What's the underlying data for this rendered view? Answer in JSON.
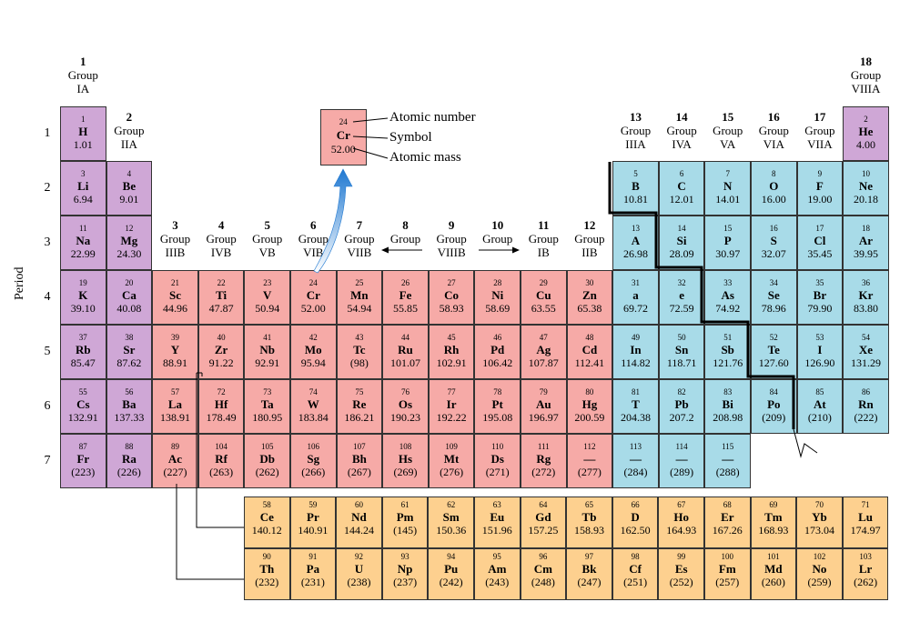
{
  "colors": {
    "s_block": "#cfa7d6",
    "transition": "#f6aaa7",
    "p_block": "#a8dbe8",
    "f_block": "#fdd08f",
    "border": "#333333",
    "arrow": "#2a7fd4"
  },
  "key": {
    "number": "24",
    "symbol": "Cr",
    "mass": "52.00",
    "label_number": "Atomic number",
    "label_symbol": "Symbol",
    "label_mass": "Atomic mass"
  },
  "axis": {
    "period_title": "Period",
    "periods": [
      "1",
      "2",
      "3",
      "4",
      "5",
      "6",
      "7"
    ]
  },
  "groups": [
    {
      "n": "1",
      "l1": "Group",
      "l2": "IA"
    },
    {
      "n": "2",
      "l1": "Group",
      "l2": "IIA"
    },
    {
      "n": "3",
      "l1": "Group",
      "l2": "IIIB"
    },
    {
      "n": "4",
      "l1": "Group",
      "l2": "IVB"
    },
    {
      "n": "5",
      "l1": "Group",
      "l2": "VB"
    },
    {
      "n": "6",
      "l1": "Group",
      "l2": "VIB"
    },
    {
      "n": "7",
      "l1": "Group",
      "l2": "VIIB"
    },
    {
      "n": "8",
      "l1": "Group",
      "l2": ""
    },
    {
      "n": "9",
      "l1": "Group",
      "l2": "VIIIB"
    },
    {
      "n": "10",
      "l1": "Group",
      "l2": ""
    },
    {
      "n": "11",
      "l1": "Group",
      "l2": "IB"
    },
    {
      "n": "12",
      "l1": "Group",
      "l2": "IIB"
    },
    {
      "n": "13",
      "l1": "Group",
      "l2": "IIIA"
    },
    {
      "n": "14",
      "l1": "Group",
      "l2": "IVA"
    },
    {
      "n": "15",
      "l1": "Group",
      "l2": "VA"
    },
    {
      "n": "16",
      "l1": "Group",
      "l2": "VIA"
    },
    {
      "n": "17",
      "l1": "Group",
      "l2": "VIIA"
    },
    {
      "n": "18",
      "l1": "Group",
      "l2": "VIIIA"
    }
  ],
  "elements": [
    {
      "n": "1",
      "s": "H",
      "m": "1.01",
      "g": 1,
      "p": 1,
      "b": "s"
    },
    {
      "n": "2",
      "s": "He",
      "m": "4.00",
      "g": 18,
      "p": 1,
      "b": "s"
    },
    {
      "n": "3",
      "s": "Li",
      "m": "6.94",
      "g": 1,
      "p": 2,
      "b": "s"
    },
    {
      "n": "4",
      "s": "Be",
      "m": "9.01",
      "g": 2,
      "p": 2,
      "b": "s"
    },
    {
      "n": "5",
      "s": "B",
      "m": "10.81",
      "g": 13,
      "p": 2,
      "b": "p"
    },
    {
      "n": "6",
      "s": "C",
      "m": "12.01",
      "g": 14,
      "p": 2,
      "b": "p"
    },
    {
      "n": "7",
      "s": "N",
      "m": "14.01",
      "g": 15,
      "p": 2,
      "b": "p"
    },
    {
      "n": "8",
      "s": "O",
      "m": "16.00",
      "g": 16,
      "p": 2,
      "b": "p"
    },
    {
      "n": "9",
      "s": "F",
      "m": "19.00",
      "g": 17,
      "p": 2,
      "b": "p"
    },
    {
      "n": "10",
      "s": "Ne",
      "m": "20.18",
      "g": 18,
      "p": 2,
      "b": "p"
    },
    {
      "n": "11",
      "s": "Na",
      "m": "22.99",
      "g": 1,
      "p": 3,
      "b": "s"
    },
    {
      "n": "12",
      "s": "Mg",
      "m": "24.30",
      "g": 2,
      "p": 3,
      "b": "s"
    },
    {
      "n": "13",
      "s": "A",
      "m": "26.98",
      "g": 13,
      "p": 3,
      "b": "p"
    },
    {
      "n": "14",
      "s": "Si",
      "m": "28.09",
      "g": 14,
      "p": 3,
      "b": "p"
    },
    {
      "n": "15",
      "s": "P",
      "m": "30.97",
      "g": 15,
      "p": 3,
      "b": "p"
    },
    {
      "n": "16",
      "s": "S",
      "m": "32.07",
      "g": 16,
      "p": 3,
      "b": "p"
    },
    {
      "n": "17",
      "s": "Cl",
      "m": "35.45",
      "g": 17,
      "p": 3,
      "b": "p"
    },
    {
      "n": "18",
      "s": "Ar",
      "m": "39.95",
      "g": 18,
      "p": 3,
      "b": "p"
    },
    {
      "n": "19",
      "s": "K",
      "m": "39.10",
      "g": 1,
      "p": 4,
      "b": "s"
    },
    {
      "n": "20",
      "s": "Ca",
      "m": "40.08",
      "g": 2,
      "p": 4,
      "b": "s"
    },
    {
      "n": "21",
      "s": "Sc",
      "m": "44.96",
      "g": 3,
      "p": 4,
      "b": "d"
    },
    {
      "n": "22",
      "s": "Ti",
      "m": "47.87",
      "g": 4,
      "p": 4,
      "b": "d"
    },
    {
      "n": "23",
      "s": "V",
      "m": "50.94",
      "g": 5,
      "p": 4,
      "b": "d"
    },
    {
      "n": "24",
      "s": "Cr",
      "m": "52.00",
      "g": 6,
      "p": 4,
      "b": "d"
    },
    {
      "n": "25",
      "s": "Mn",
      "m": "54.94",
      "g": 7,
      "p": 4,
      "b": "d"
    },
    {
      "n": "26",
      "s": "Fe",
      "m": "55.85",
      "g": 8,
      "p": 4,
      "b": "d"
    },
    {
      "n": "27",
      "s": "Co",
      "m": "58.93",
      "g": 9,
      "p": 4,
      "b": "d"
    },
    {
      "n": "28",
      "s": "Ni",
      "m": "58.69",
      "g": 10,
      "p": 4,
      "b": "d"
    },
    {
      "n": "29",
      "s": "Cu",
      "m": "63.55",
      "g": 11,
      "p": 4,
      "b": "d"
    },
    {
      "n": "30",
      "s": "Zn",
      "m": "65.38",
      "g": 12,
      "p": 4,
      "b": "d"
    },
    {
      "n": "31",
      "s": "a",
      "m": "69.72",
      "g": 13,
      "p": 4,
      "b": "p"
    },
    {
      "n": "32",
      "s": "e",
      "m": "72.59",
      "g": 14,
      "p": 4,
      "b": "p"
    },
    {
      "n": "33",
      "s": "As",
      "m": "74.92",
      "g": 15,
      "p": 4,
      "b": "p"
    },
    {
      "n": "34",
      "s": "Se",
      "m": "78.96",
      "g": 16,
      "p": 4,
      "b": "p"
    },
    {
      "n": "35",
      "s": "Br",
      "m": "79.90",
      "g": 17,
      "p": 4,
      "b": "p"
    },
    {
      "n": "36",
      "s": "Kr",
      "m": "83.80",
      "g": 18,
      "p": 4,
      "b": "p"
    },
    {
      "n": "37",
      "s": "Rb",
      "m": "85.47",
      "g": 1,
      "p": 5,
      "b": "s"
    },
    {
      "n": "38",
      "s": "Sr",
      "m": "87.62",
      "g": 2,
      "p": 5,
      "b": "s"
    },
    {
      "n": "39",
      "s": "Y",
      "m": "88.91",
      "g": 3,
      "p": 5,
      "b": "d"
    },
    {
      "n": "40",
      "s": "Zr",
      "m": "91.22",
      "g": 4,
      "p": 5,
      "b": "d"
    },
    {
      "n": "41",
      "s": "Nb",
      "m": "92.91",
      "g": 5,
      "p": 5,
      "b": "d"
    },
    {
      "n": "42",
      "s": "Mo",
      "m": "95.94",
      "g": 6,
      "p": 5,
      "b": "d"
    },
    {
      "n": "43",
      "s": "Tc",
      "m": "(98)",
      "g": 7,
      "p": 5,
      "b": "d"
    },
    {
      "n": "44",
      "s": "Ru",
      "m": "101.07",
      "g": 8,
      "p": 5,
      "b": "d"
    },
    {
      "n": "45",
      "s": "Rh",
      "m": "102.91",
      "g": 9,
      "p": 5,
      "b": "d"
    },
    {
      "n": "46",
      "s": "Pd",
      "m": "106.42",
      "g": 10,
      "p": 5,
      "b": "d"
    },
    {
      "n": "47",
      "s": "Ag",
      "m": "107.87",
      "g": 11,
      "p": 5,
      "b": "d"
    },
    {
      "n": "48",
      "s": "Cd",
      "m": "112.41",
      "g": 12,
      "p": 5,
      "b": "d"
    },
    {
      "n": "49",
      "s": "In",
      "m": "114.82",
      "g": 13,
      "p": 5,
      "b": "p"
    },
    {
      "n": "50",
      "s": "Sn",
      "m": "118.71",
      "g": 14,
      "p": 5,
      "b": "p"
    },
    {
      "n": "51",
      "s": "Sb",
      "m": "121.76",
      "g": 15,
      "p": 5,
      "b": "p"
    },
    {
      "n": "52",
      "s": "Te",
      "m": "127.60",
      "g": 16,
      "p": 5,
      "b": "p"
    },
    {
      "n": "53",
      "s": "I",
      "m": "126.90",
      "g": 17,
      "p": 5,
      "b": "p"
    },
    {
      "n": "54",
      "s": "Xe",
      "m": "131.29",
      "g": 18,
      "p": 5,
      "b": "p"
    },
    {
      "n": "55",
      "s": "Cs",
      "m": "132.91",
      "g": 1,
      "p": 6,
      "b": "s"
    },
    {
      "n": "56",
      "s": "Ba",
      "m": "137.33",
      "g": 2,
      "p": 6,
      "b": "s"
    },
    {
      "n": "57",
      "s": "La",
      "m": "138.91",
      "g": 3,
      "p": 6,
      "b": "d"
    },
    {
      "n": "72",
      "s": "Hf",
      "m": "178.49",
      "g": 4,
      "p": 6,
      "b": "d"
    },
    {
      "n": "73",
      "s": "Ta",
      "m": "180.95",
      "g": 5,
      "p": 6,
      "b": "d"
    },
    {
      "n": "74",
      "s": "W",
      "m": "183.84",
      "g": 6,
      "p": 6,
      "b": "d"
    },
    {
      "n": "75",
      "s": "Re",
      "m": "186.21",
      "g": 7,
      "p": 6,
      "b": "d"
    },
    {
      "n": "76",
      "s": "Os",
      "m": "190.23",
      "g": 8,
      "p": 6,
      "b": "d"
    },
    {
      "n": "77",
      "s": "Ir",
      "m": "192.22",
      "g": 9,
      "p": 6,
      "b": "d"
    },
    {
      "n": "78",
      "s": "Pt",
      "m": "195.08",
      "g": 10,
      "p": 6,
      "b": "d"
    },
    {
      "n": "79",
      "s": "Au",
      "m": "196.97",
      "g": 11,
      "p": 6,
      "b": "d"
    },
    {
      "n": "80",
      "s": "Hg",
      "m": "200.59",
      "g": 12,
      "p": 6,
      "b": "d"
    },
    {
      "n": "81",
      "s": "T",
      "m": "204.38",
      "g": 13,
      "p": 6,
      "b": "p"
    },
    {
      "n": "82",
      "s": "Pb",
      "m": "207.2",
      "g": 14,
      "p": 6,
      "b": "p"
    },
    {
      "n": "83",
      "s": "Bi",
      "m": "208.98",
      "g": 15,
      "p": 6,
      "b": "p"
    },
    {
      "n": "84",
      "s": "Po",
      "m": "(209)",
      "g": 16,
      "p": 6,
      "b": "p"
    },
    {
      "n": "85",
      "s": "At",
      "m": "(210)",
      "g": 17,
      "p": 6,
      "b": "p"
    },
    {
      "n": "86",
      "s": "Rn",
      "m": "(222)",
      "g": 18,
      "p": 6,
      "b": "p"
    },
    {
      "n": "87",
      "s": "Fr",
      "m": "(223)",
      "g": 1,
      "p": 7,
      "b": "s"
    },
    {
      "n": "88",
      "s": "Ra",
      "m": "(226)",
      "g": 2,
      "p": 7,
      "b": "s"
    },
    {
      "n": "89",
      "s": "Ac",
      "m": "(227)",
      "g": 3,
      "p": 7,
      "b": "d"
    },
    {
      "n": "104",
      "s": "Rf",
      "m": "(263)",
      "g": 4,
      "p": 7,
      "b": "d"
    },
    {
      "n": "105",
      "s": "Db",
      "m": "(262)",
      "g": 5,
      "p": 7,
      "b": "d"
    },
    {
      "n": "106",
      "s": "Sg",
      "m": "(266)",
      "g": 6,
      "p": 7,
      "b": "d"
    },
    {
      "n": "107",
      "s": "Bh",
      "m": "(267)",
      "g": 7,
      "p": 7,
      "b": "d"
    },
    {
      "n": "108",
      "s": "Hs",
      "m": "(269)",
      "g": 8,
      "p": 7,
      "b": "d"
    },
    {
      "n": "109",
      "s": "Mt",
      "m": "(276)",
      "g": 9,
      "p": 7,
      "b": "d"
    },
    {
      "n": "110",
      "s": "Ds",
      "m": "(271)",
      "g": 10,
      "p": 7,
      "b": "d"
    },
    {
      "n": "111",
      "s": "Rg",
      "m": "(272)",
      "g": 11,
      "p": 7,
      "b": "d"
    },
    {
      "n": "112",
      "s": "—",
      "m": "(277)",
      "g": 12,
      "p": 7,
      "b": "d"
    },
    {
      "n": "113",
      "s": "—",
      "m": "(284)",
      "g": 13,
      "p": 7,
      "b": "p"
    },
    {
      "n": "114",
      "s": "—",
      "m": "(289)",
      "g": 14,
      "p": 7,
      "b": "p"
    },
    {
      "n": "115",
      "s": "—",
      "m": "(288)",
      "g": 15,
      "p": 7,
      "b": "p"
    }
  ],
  "lanthanides": [
    {
      "n": "58",
      "s": "Ce",
      "m": "140.12"
    },
    {
      "n": "59",
      "s": "Pr",
      "m": "140.91"
    },
    {
      "n": "60",
      "s": "Nd",
      "m": "144.24"
    },
    {
      "n": "61",
      "s": "Pm",
      "m": "(145)"
    },
    {
      "n": "62",
      "s": "Sm",
      "m": "150.36"
    },
    {
      "n": "63",
      "s": "Eu",
      "m": "151.96"
    },
    {
      "n": "64",
      "s": "Gd",
      "m": "157.25"
    },
    {
      "n": "65",
      "s": "Tb",
      "m": "158.93"
    },
    {
      "n": "66",
      "s": "D",
      "m": "162.50"
    },
    {
      "n": "67",
      "s": "Ho",
      "m": "164.93"
    },
    {
      "n": "68",
      "s": "Er",
      "m": "167.26"
    },
    {
      "n": "69",
      "s": "Tm",
      "m": "168.93"
    },
    {
      "n": "70",
      "s": "Yb",
      "m": "173.04"
    },
    {
      "n": "71",
      "s": "Lu",
      "m": "174.97"
    }
  ],
  "actinides": [
    {
      "n": "90",
      "s": "Th",
      "m": "(232)"
    },
    {
      "n": "91",
      "s": "Pa",
      "m": "(231)"
    },
    {
      "n": "92",
      "s": "U",
      "m": "(238)"
    },
    {
      "n": "93",
      "s": "Np",
      "m": "(237)"
    },
    {
      "n": "94",
      "s": "Pu",
      "m": "(242)"
    },
    {
      "n": "95",
      "s": "Am",
      "m": "(243)"
    },
    {
      "n": "96",
      "s": "Cm",
      "m": "(248)"
    },
    {
      "n": "97",
      "s": "Bk",
      "m": "(247)"
    },
    {
      "n": "98",
      "s": "Cf",
      "m": "(251)"
    },
    {
      "n": "99",
      "s": "Es",
      "m": "(252)"
    },
    {
      "n": "100",
      "s": "Fm",
      "m": "(257)"
    },
    {
      "n": "101",
      "s": "Md",
      "m": "(260)"
    },
    {
      "n": "102",
      "s": "No",
      "m": "(259)"
    },
    {
      "n": "103",
      "s": "Lr",
      "m": "(262)"
    }
  ]
}
